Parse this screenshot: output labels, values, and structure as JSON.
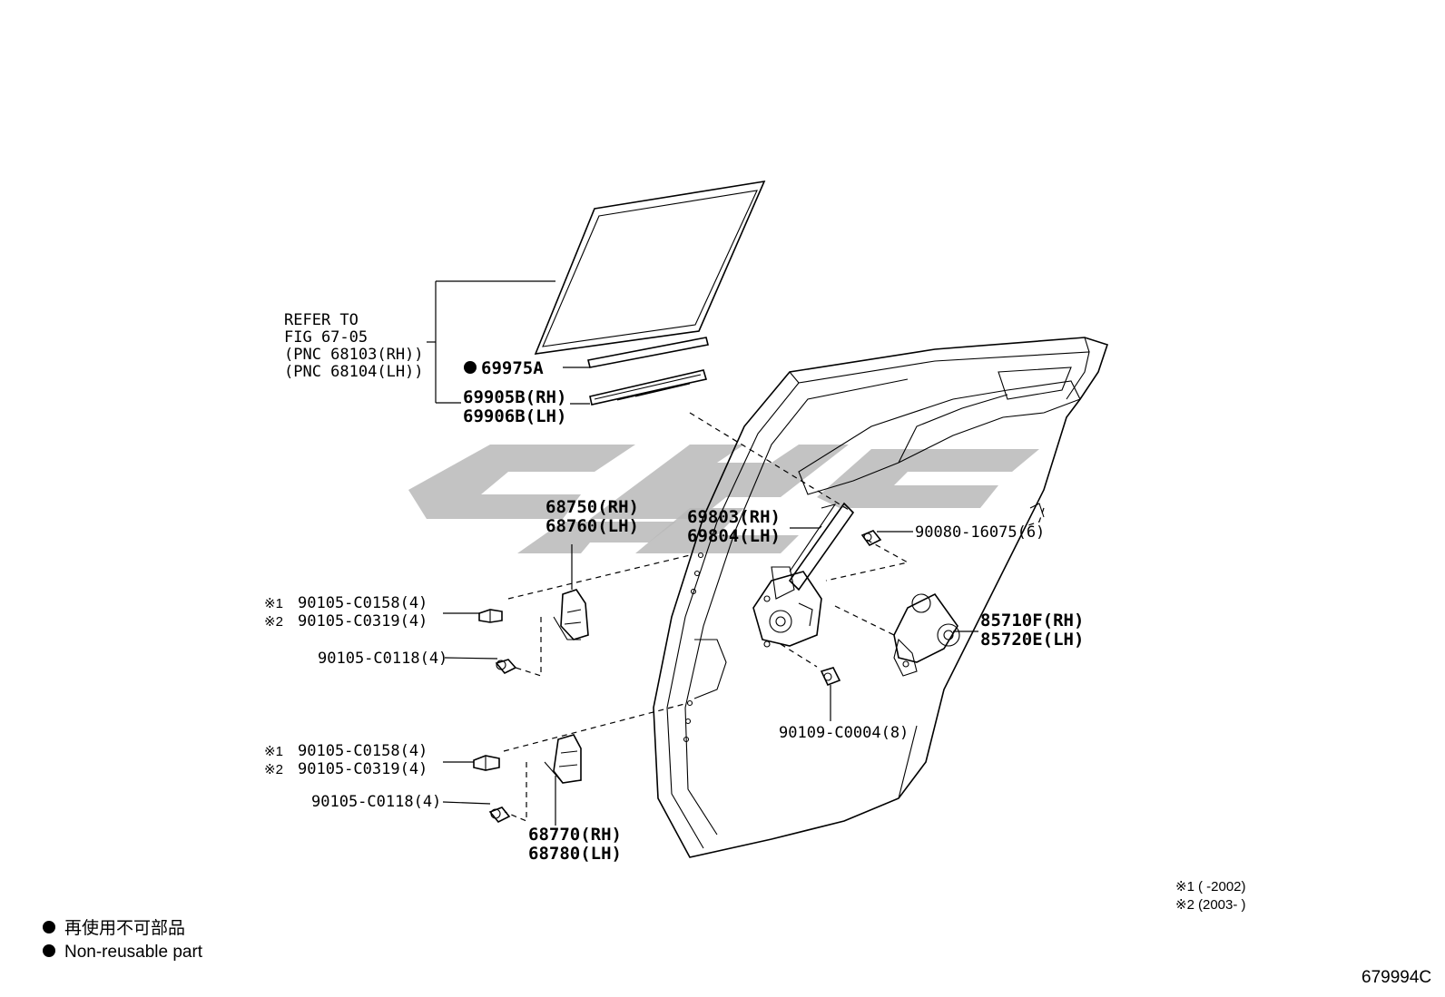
{
  "labels": {
    "refer": [
      "REFER TO",
      "FIG 67-05",
      "(PNC 68103(RH))",
      "(PNC 68104(LH))"
    ],
    "seal": "69975A",
    "weatherstrip_rh": "69905B(RH)",
    "weatherstrip_lh": "69906B(LH)",
    "upper_hinge_rh": "68750(RH)",
    "upper_hinge_lh": "68760(LH)",
    "regulator_rh": "69803(RH)",
    "regulator_lh": "69804(LH)",
    "bolt_90080": "90080-16075(6)",
    "upper_bolt_1_mark": "※1",
    "upper_bolt_1": "90105-C0158(4)",
    "upper_bolt_2_mark": "※2",
    "upper_bolt_2": "90105-C0319(4)",
    "upper_bolt_3": "90105-C0118(4)",
    "motor_rh": "85710F(RH)",
    "motor_lh": "85720E(LH)",
    "bolt_90109": "90109-C0004(8)",
    "lower_bolt_1_mark": "※1",
    "lower_bolt_1": "90105-C0158(4)",
    "lower_bolt_2_mark": "※2",
    "lower_bolt_2": "90105-C0319(4)",
    "lower_bolt_3": "90105-C0118(4)",
    "lower_hinge_rh": "68770(RH)",
    "lower_hinge_lh": "68780(LH)"
  },
  "footnotes": {
    "note1_mark": "※1",
    "note1_text": "(      -2002)",
    "note2_mark": "※2",
    "note2_text": "(2003-      )"
  },
  "legend": {
    "jp": "再使用不可部品",
    "en": "Non-reusable part"
  },
  "figure_code": "679994C"
}
